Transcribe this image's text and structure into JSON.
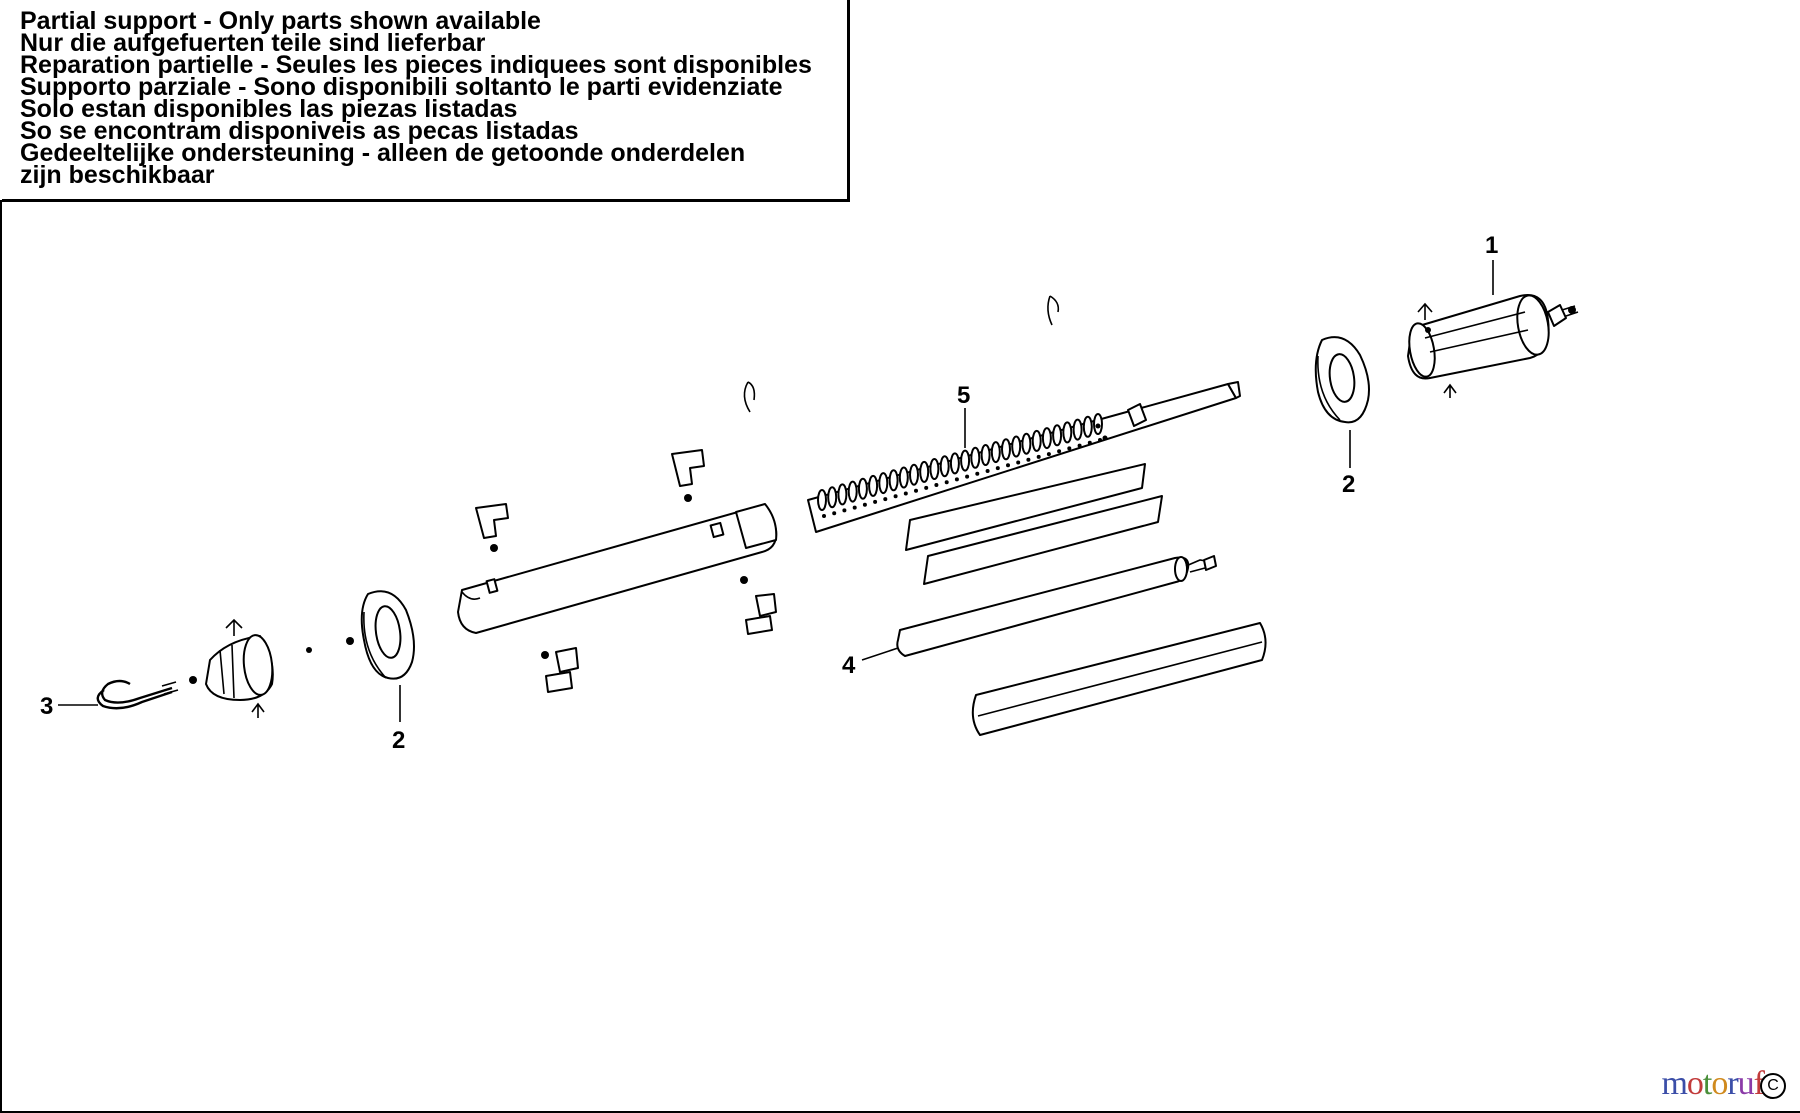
{
  "notice": {
    "lines": [
      "Partial support - Only parts shown available",
      "Nur die aufgefuerten teile sind lieferbar",
      "Reparation partielle - Seules les pieces indiquees sont disponibles",
      "Supporto parziale - Sono disponibili soltanto le parti evidenziate",
      "Solo estan disponibles las piezas listadas",
      "So se encontram disponiveis as pecas listadas",
      "Gedeeltelijke ondersteuning - alleen de getoonde onderdelen",
      "zijn beschikbaar"
    ]
  },
  "callouts": {
    "part_1": "1",
    "part_2_right": "2",
    "part_2_left": "2",
    "part_3": "3",
    "part_4": "4",
    "part_5": "5"
  },
  "watermark": {
    "letters": [
      "m",
      "o",
      "t",
      "o",
      "r",
      "u",
      "f"
    ],
    "copyright": "C"
  }
}
